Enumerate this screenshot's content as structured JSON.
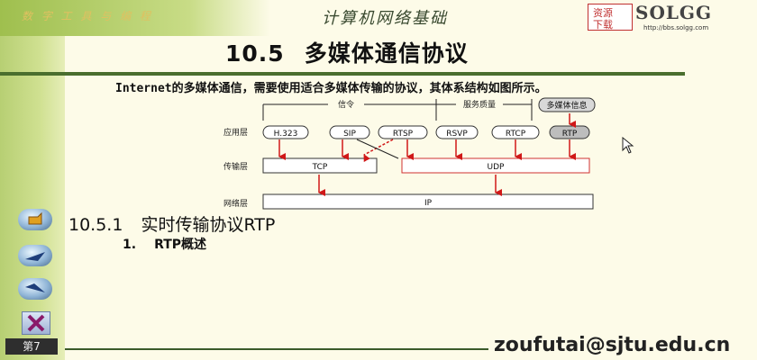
{
  "header": {
    "top_band_text": "数 字 工 具 与 编 程",
    "course_title": "计算机网络基础",
    "logo_box_top": "资源",
    "logo_box_bottom": "下载",
    "logo_word": "SOLGG",
    "logo_url": "http://bbs.solgg.com"
  },
  "slide": {
    "section_number": "10.5",
    "section_title": "多媒体通信协议",
    "intro_text": "Internet的多媒体通信，需要使用适合多媒体传输的协议，其体系结构如图所示。",
    "subsection_number": "10.5.1",
    "subsection_title": "实时传输协议RTP",
    "item_number": "1.",
    "item_title": "RTP概述"
  },
  "diagram": {
    "brackets": {
      "signaling": "信令",
      "qos": "服务质量",
      "media": "多媒体信息"
    },
    "layers": {
      "app": "应用层",
      "transport": "传输层",
      "network": "网络层"
    },
    "app_protocols": [
      "H.323",
      "SIP",
      "RTSP",
      "RSVP",
      "RTCP",
      "RTP"
    ],
    "transport_protocols": [
      "TCP",
      "UDP"
    ],
    "network_protocol": "IP"
  },
  "footer": {
    "email": "zoufutai@sjtu.edu.cn",
    "page_badge": "第7"
  },
  "colors": {
    "sidebar": "#c6db82",
    "title_rule": "#4a6e2e",
    "arrow": "#d01818",
    "udp_border": "#d03030"
  },
  "icons": {
    "home": "home-icon",
    "next": "next-arrow-icon",
    "prev": "prev-arrow-icon",
    "close": "close-icon",
    "cursor": "mouse-cursor-icon"
  }
}
